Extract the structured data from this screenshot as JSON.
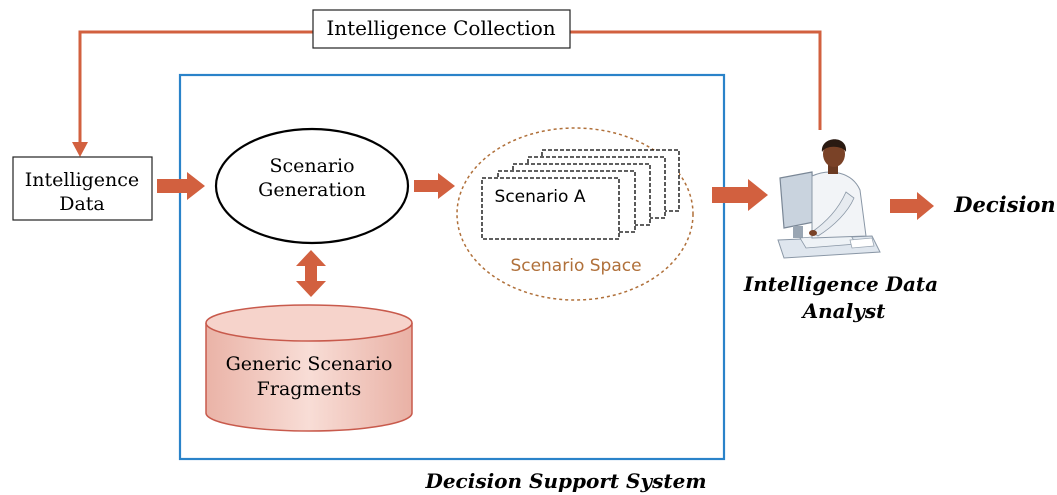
{
  "nodes": {
    "intelligence_collection": "Intelligence Collection",
    "intelligence_data": [
      "Intelligence",
      "Data"
    ],
    "scenario_generation": [
      "Scenario",
      "Generation"
    ],
    "scenario_a": "Scenario A",
    "scenario_space": "Scenario Space",
    "generic_fragments": [
      "Generic Scenario",
      "Fragments"
    ],
    "analyst": [
      "Intelligence Data",
      "Analyst"
    ],
    "decision": "Decision",
    "system_label": "Decision Support System"
  },
  "colors": {
    "arrow": "#d2603f",
    "system_border": "#2a83c9",
    "scenario_space_text": "#b0703a",
    "cylinder_fill": "#f6d3cb",
    "cylinder_stroke": "#c85a4c"
  },
  "icons": {
    "analyst": "person-at-computer-icon"
  }
}
